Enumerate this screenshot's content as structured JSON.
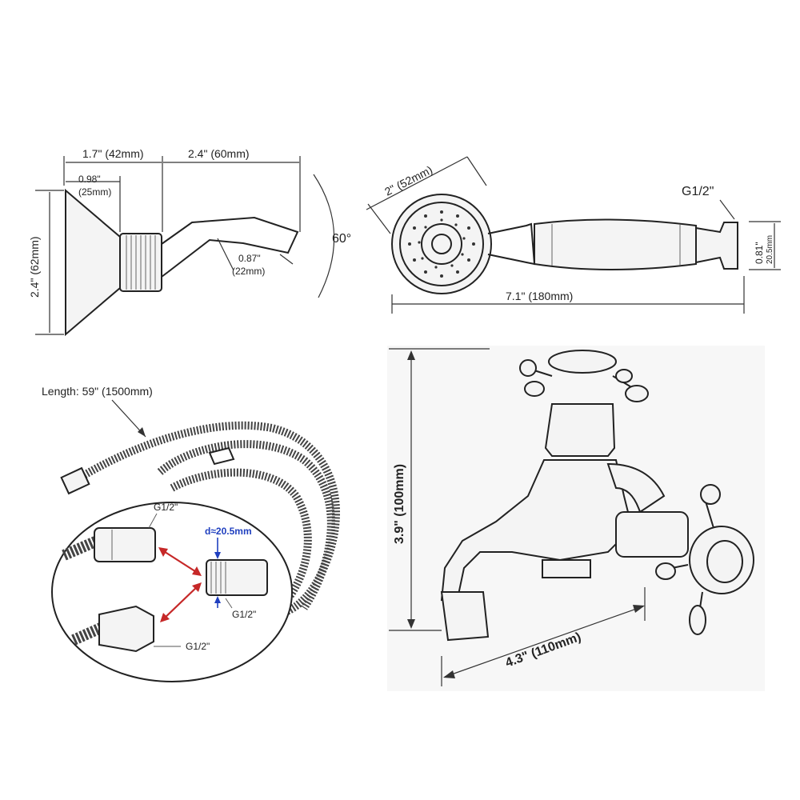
{
  "shower_arm": {
    "total_depth": "1.7\" (42mm)",
    "base_depth_in": "0.98\"",
    "base_depth_mm": "(25mm)",
    "arm_length": "2.4\" (60mm)",
    "flange_diameter": "2.4\" (62mm)",
    "outlet_in": "0.87\"",
    "outlet_mm": "(22mm)",
    "angle": "60°"
  },
  "hand_shower": {
    "head_diameter": "2\" (52mm)",
    "thread": "G1/2\"",
    "length": "7.1\" (180mm)",
    "connector_in": "0.81\"",
    "connector_mm": "20.5mm"
  },
  "hose": {
    "length": "Length: 59\" (1500mm)",
    "thread_top": "G1/2\"",
    "inner_diameter": "d≈20.5mm",
    "thread_adapter": "G1/2\"",
    "thread_bottom": "G1/2\""
  },
  "faucet": {
    "height": "3.9\" (100mm)",
    "reach": "4.3\" (110mm)"
  },
  "colors": {
    "arrow": "#c62828",
    "callout": "#1f3fbf",
    "line": "#333333"
  }
}
